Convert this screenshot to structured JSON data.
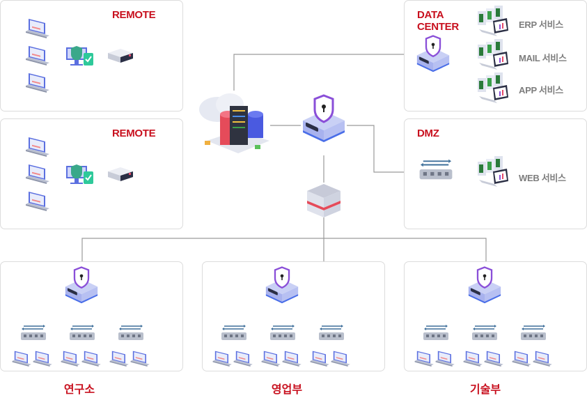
{
  "remote_sites": [
    {
      "title": "REMOTE",
      "laptops": 3
    },
    {
      "title": "REMOTE",
      "laptops": 3
    }
  ],
  "data_center": {
    "title_line1": "DATA",
    "title_line2": "CENTER",
    "services": [
      "ERP 서비스",
      "MAIL 서비스",
      "APP 서비스"
    ]
  },
  "dmz": {
    "title": "DMZ",
    "services": [
      "WEB 서비스"
    ]
  },
  "departments": [
    {
      "label": "연구소",
      "switches": 3,
      "laptops_per_switch": 2
    },
    {
      "label": "영업부",
      "switches": 3,
      "laptops_per_switch": 2
    },
    {
      "label": "기술부",
      "switches": 3,
      "laptops_per_switch": 2
    }
  ],
  "icons": {
    "cloud": "cloud-datacenter-icon",
    "firewall": "shield-firewall-icon",
    "l3_switch": "core-switch-icon",
    "switch": "network-switch-icon",
    "server": "server-rack-icon",
    "laptop": "laptop-icon",
    "vpn": "vpn-monitor-icon",
    "nas": "server-box-icon"
  },
  "colors": {
    "title_red": "#c8101e",
    "service_gray": "#7d7d7d",
    "line": "#9a9a9a",
    "shield_purple": "#8a4fd8",
    "device_blue": "#5b6fe0"
  }
}
